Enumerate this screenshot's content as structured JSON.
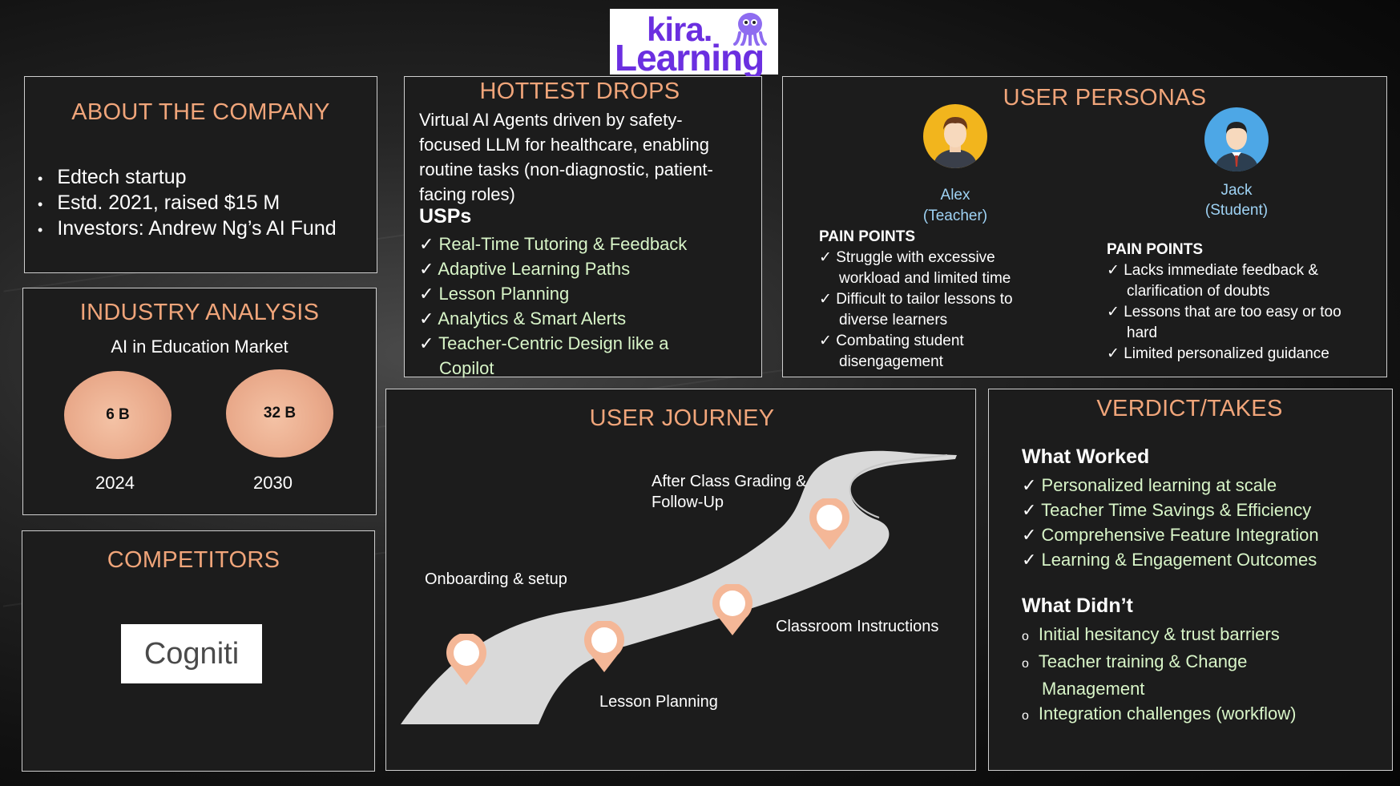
{
  "logo": {
    "line1": "kira.",
    "line2": "Learning"
  },
  "about": {
    "title": "ABOUT THE COMPANY",
    "items": [
      "Edtech startup",
      "Estd. 2021, raised $15 M",
      "Investors: Andrew Ng’s AI Fund"
    ]
  },
  "industry": {
    "title": "INDUSTRY ANALYSIS",
    "subtitle": "AI in Education Market",
    "bubbles": [
      {
        "value": "6 B",
        "year": "2024"
      },
      {
        "value": "32 B",
        "year": "2030"
      }
    ]
  },
  "competitors": {
    "title": "COMPETITORS",
    "logo_text": "Cogniti"
  },
  "hottest": {
    "title": "HOTTEST DROPS",
    "desc_lines": [
      "Virtual AI Agents driven by safety-",
      "focused LLM for healthcare, enabling",
      "routine tasks (non-diagnostic, patient-",
      "facing roles)"
    ],
    "usp_heading": "USPs",
    "usps": [
      "Real-Time Tutoring & Feedback",
      "Adaptive Learning Paths",
      "Lesson Planning",
      "Analytics & Smart Alerts",
      "Teacher-Centric Design like a",
      "Copilot"
    ]
  },
  "personas": {
    "title": "USER PERSONAS",
    "alex": {
      "name": "Alex",
      "role": "(Teacher)",
      "pain_heading": "PAIN POINTS",
      "points": [
        "Struggle with excessive",
        "workload and limited time",
        "Difficult to tailor lessons to",
        "diverse learners",
        "Combating student",
        "disengagement"
      ]
    },
    "jack": {
      "name": "Jack",
      "role": "(Student)",
      "pain_heading": "PAIN POINTS",
      "points": [
        "Lacks immediate feedback &",
        "clarification of doubts",
        "Lessons that are too easy or too",
        "hard",
        "Limited personalized guidance"
      ]
    }
  },
  "journey": {
    "title": "USER JOURNEY",
    "steps": [
      "Onboarding & setup",
      "Lesson Planning",
      "Classroom Instructions",
      "After Class Grading &",
      "Follow-Up"
    ]
  },
  "verdict": {
    "title": "VERDICT/TAKES",
    "worked_heading": "What Worked",
    "worked": [
      "Personalized learning at scale",
      "Teacher Time Savings & Efficiency",
      "Comprehensive Feature Integration",
      "Learning & Engagement Outcomes"
    ],
    "didnt_heading": "What Didn’t",
    "didnt": [
      "Initial hesitancy & trust barriers",
      "Teacher training & Change",
      "Management",
      "Integration challenges (workflow)"
    ]
  },
  "colors": {
    "accent": "#f0a57a",
    "highlight": "#d8f5c8",
    "persona_name": "#9fd3f5",
    "logo": "#6b2fe0"
  }
}
